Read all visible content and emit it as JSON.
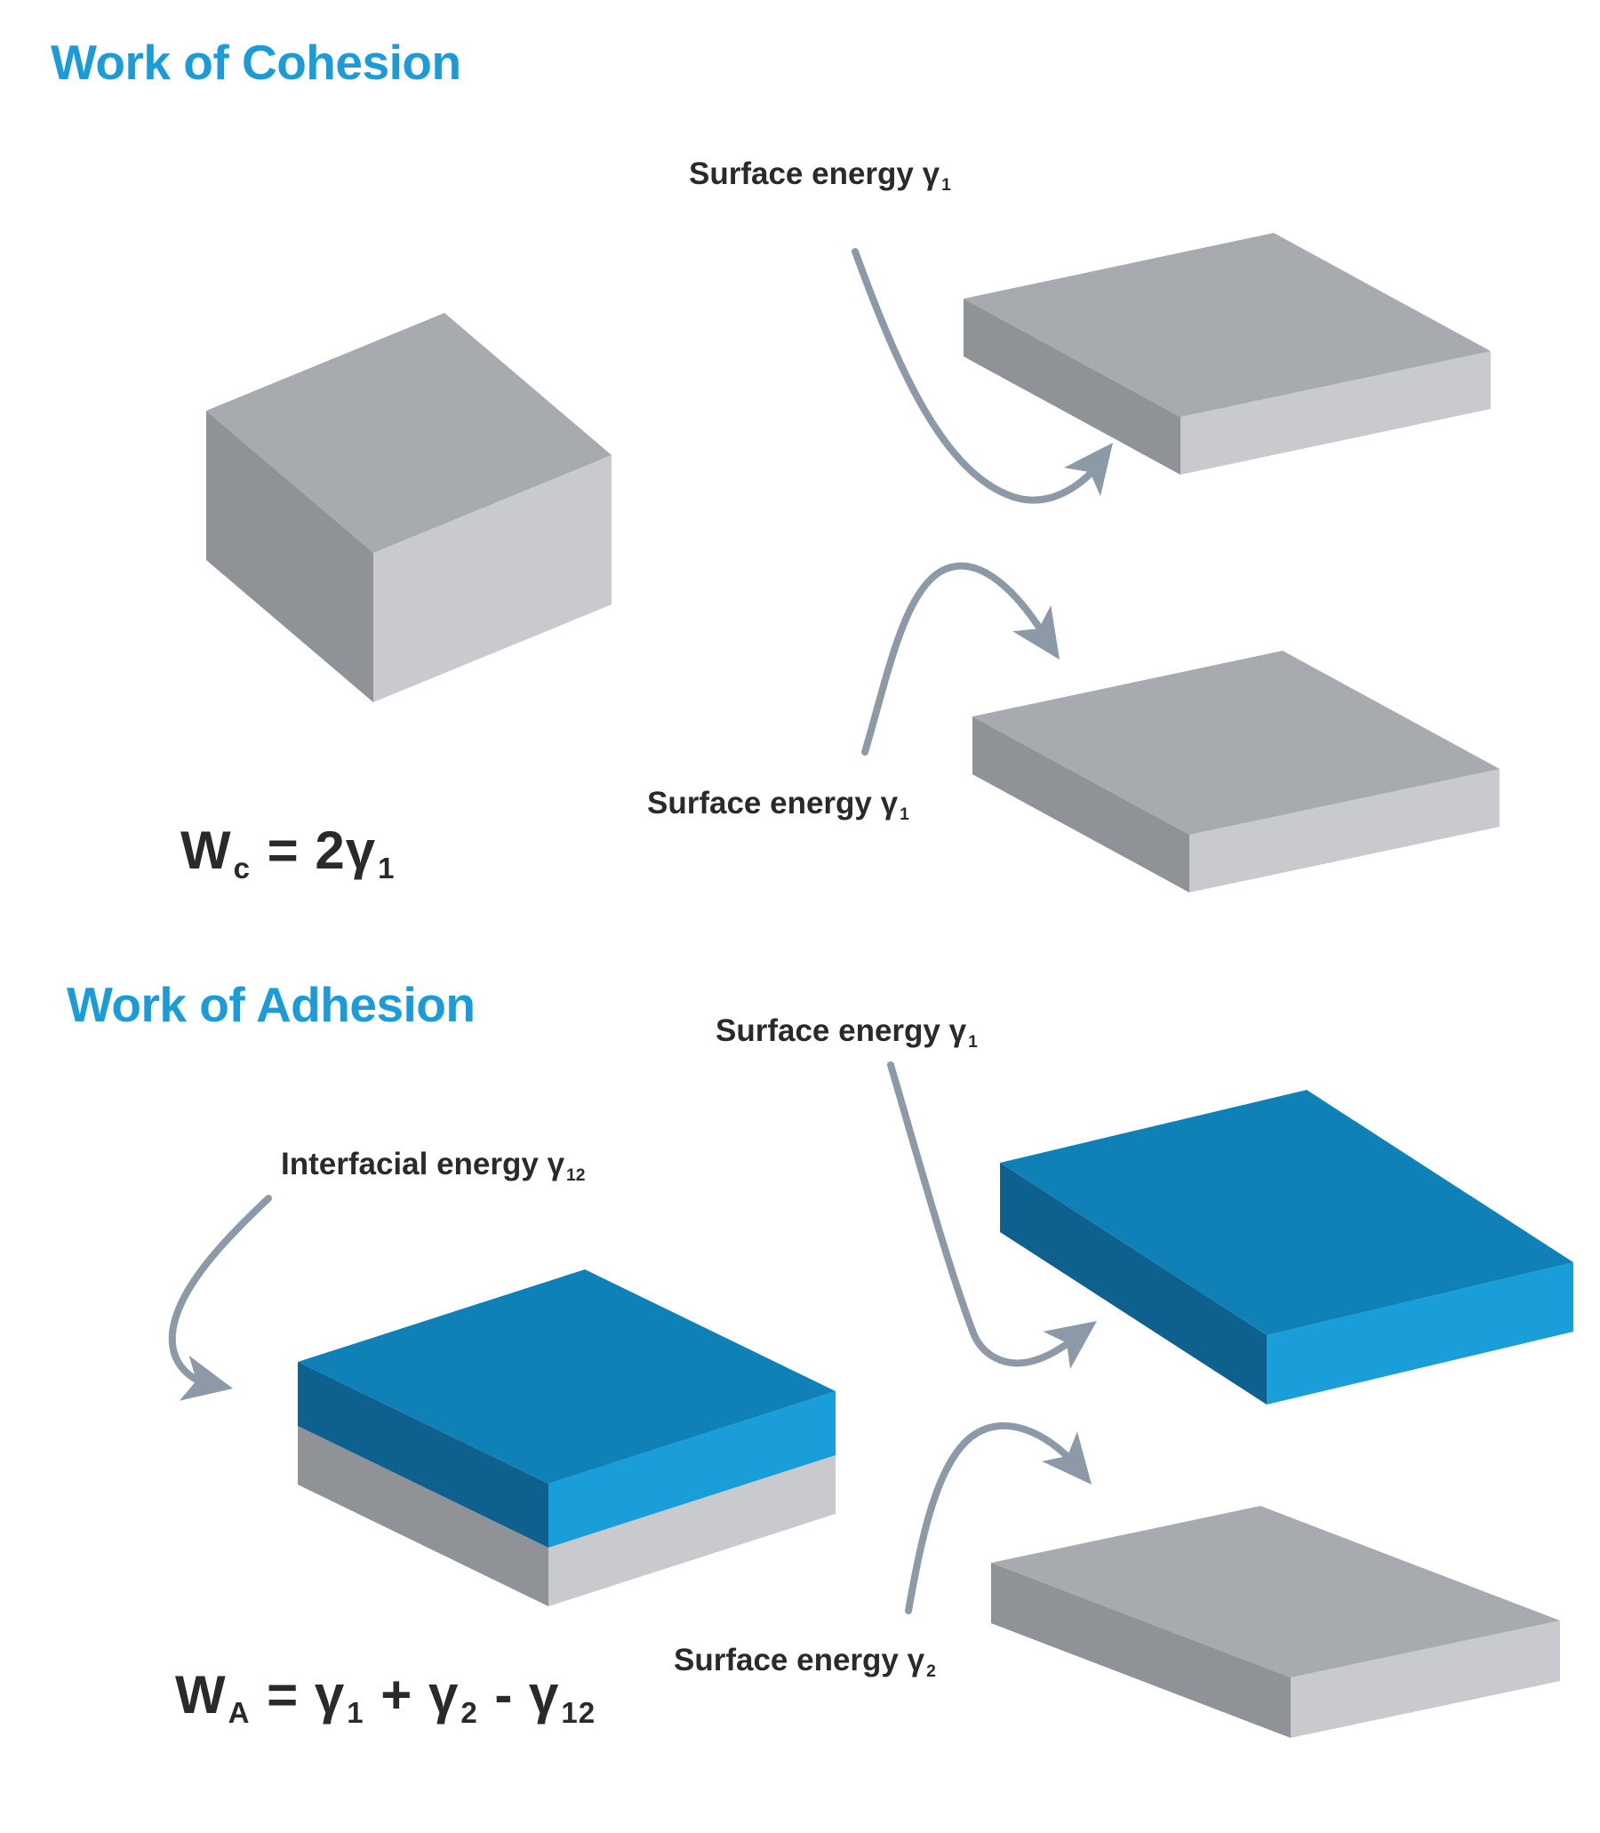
{
  "colors": {
    "title": "#1B9BD8",
    "text": "#2B2A29",
    "arrow": "#8C99A6",
    "gray_top": "#A7AAAF",
    "gray_left": "#8F9297",
    "gray_right": "#C8CACE",
    "blue_top": "#1081B7",
    "blue_left": "#0E608F",
    "blue_right": "#199ED9"
  },
  "cohesion": {
    "title": "Work of Cohesion",
    "label_top": {
      "segments": [
        {
          "t": "Surface energy γ"
        },
        {
          "t": "1",
          "sub": true
        }
      ]
    },
    "label_bottom": {
      "segments": [
        {
          "t": "Surface energy γ"
        },
        {
          "t": "1",
          "sub": true
        }
      ]
    },
    "formula": {
      "segments": [
        {
          "t": "W"
        },
        {
          "t": "c",
          "sub": true
        },
        {
          "t": " = 2γ"
        },
        {
          "t": "1",
          "sub": true
        }
      ]
    }
  },
  "adhesion": {
    "title": "Work of Adhesion",
    "label_top": {
      "segments": [
        {
          "t": "Surface energy γ"
        },
        {
          "t": "1",
          "sub": true
        }
      ]
    },
    "label_interfacial": {
      "segments": [
        {
          "t": "Interfacial energy γ"
        },
        {
          "t": "12",
          "sub": true
        }
      ]
    },
    "label_bottom": {
      "segments": [
        {
          "t": "Surface energy γ"
        },
        {
          "t": "2",
          "sub": true
        }
      ]
    },
    "formula": {
      "segments": [
        {
          "t": "W"
        },
        {
          "t": "A",
          "sub": true
        },
        {
          "t": " = γ"
        },
        {
          "t": "1",
          "sub": true
        },
        {
          "t": " + γ"
        },
        {
          "t": "2",
          "sub": true
        },
        {
          "t": " - γ"
        },
        {
          "t": "12",
          "sub": true
        }
      ]
    }
  }
}
